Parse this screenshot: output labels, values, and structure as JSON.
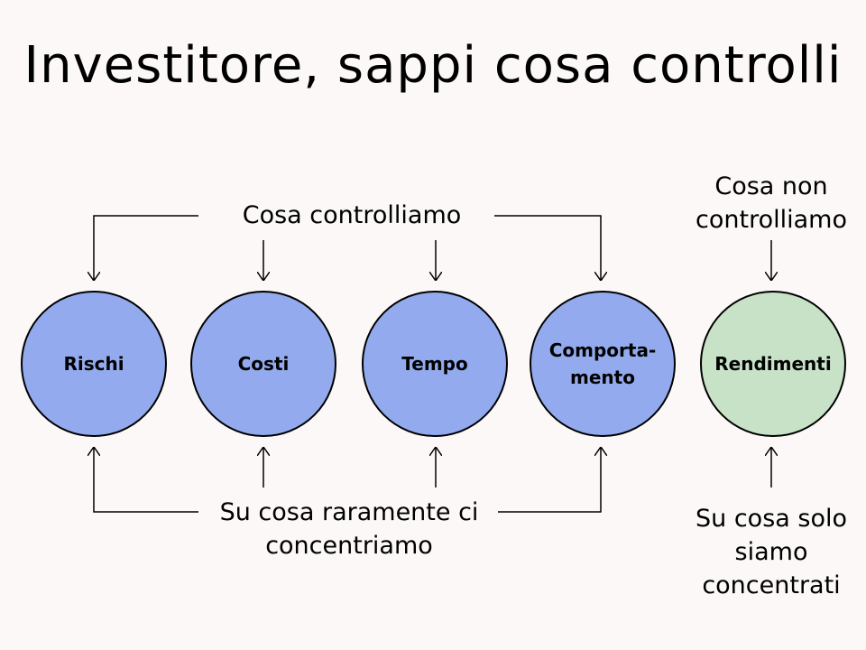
{
  "title": "Investitore, sappi cosa controlli",
  "top_left_label": "Cosa controlliamo",
  "top_right_label": "Cosa non controlliamo",
  "bottom_left_label": "Su cosa raramente ci concentriamo",
  "bottom_right_label": "Su cosa solo siamo concentrati",
  "nodes": [
    {
      "label": "Rischi",
      "color": "#93abee"
    },
    {
      "label": "Costi",
      "color": "#93abee"
    },
    {
      "label": "Tempo",
      "color": "#93abee"
    },
    {
      "label": "Comporta-mento",
      "color": "#93abee"
    },
    {
      "label": "Rendimenti",
      "color": "#c8e2c8"
    }
  ]
}
